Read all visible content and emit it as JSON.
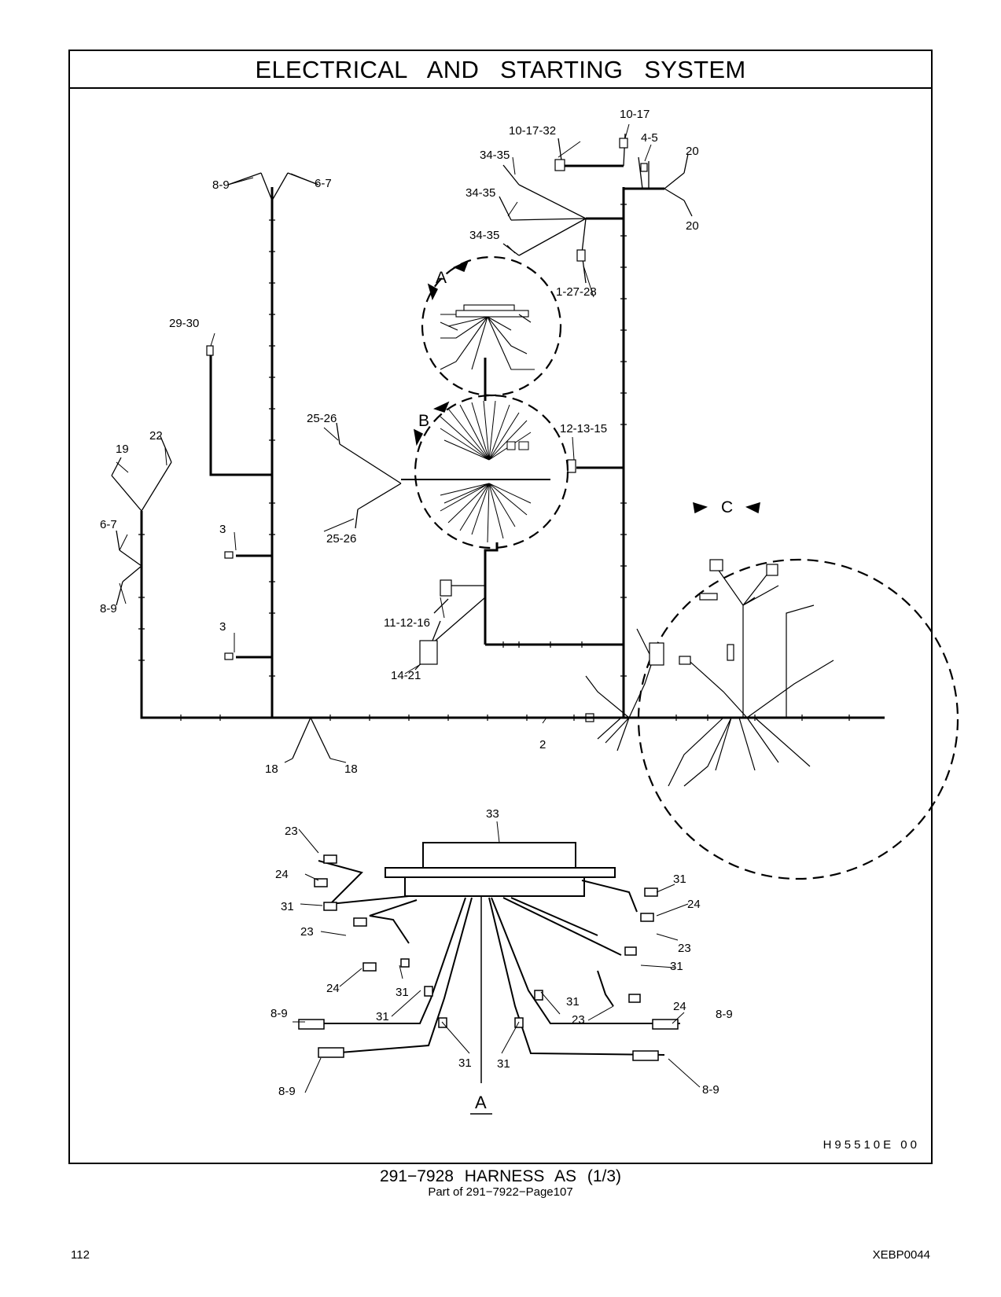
{
  "header": {
    "title": "ELECTRICAL AND STARTING SYSTEM"
  },
  "diagram": {
    "callouts": {
      "c_10_17": "10-17",
      "c_10_17_32": "10-17-32",
      "c_4_5": "4-5",
      "c_20a": "20",
      "c_20b": "20",
      "c_34_35a": "34-35",
      "c_34_35b": "34-35",
      "c_34_35c": "34-35",
      "c_8_9_top": "8-9",
      "c_6_7_top": "6-7",
      "c_1_27_28": "1-27-28",
      "c_29_30": "29-30",
      "c_25_26a": "25-26",
      "c_25_26b": "25-26",
      "c_12_13_15": "12-13-15",
      "c_22": "22",
      "c_19": "19",
      "c_6_7_left": "6-7",
      "c_8_9_left": "8-9",
      "c_3a": "3",
      "c_3b": "3",
      "c_11_12_16": "11-12-16",
      "c_14_21": "14-21",
      "c_18a": "18",
      "c_18b": "18",
      "c_2": "2",
      "c_33": "33",
      "c_23a": "23",
      "c_24a": "24",
      "c_31a": "31",
      "c_23b": "23",
      "c_24b": "24",
      "c_31b": "31",
      "c_31c": "31",
      "c_8_9_lo1": "8-9",
      "c_31d": "31",
      "c_8_9_lo2": "8-9",
      "c_31e": "31",
      "c_24c": "24",
      "c_23c": "23",
      "c_31f": "31",
      "c_24d": "24",
      "c_31g": "31",
      "c_23d": "23",
      "c_8_9_lo3": "8-9",
      "c_8_9_lo4": "8-9"
    },
    "view_a": "A",
    "view_b": "B",
    "view_c": "C",
    "view_a_bottom": "A",
    "illustration_code": "H95510E 00"
  },
  "caption": {
    "line1": "291−7928 HARNESS AS (1/3)",
    "line2": "Part of 291−7922−Page107"
  },
  "footer": {
    "page_number": "112",
    "doc_id": "XEBP0044"
  }
}
